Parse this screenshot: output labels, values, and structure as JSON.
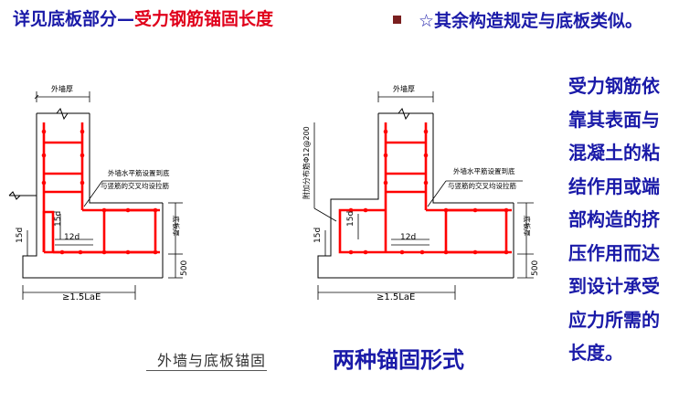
{
  "header": {
    "title_blue": "详见底板部分—",
    "title_red": "受力钢筋锚固长度",
    "note": "☆其余构造规定与底板类似。"
  },
  "side_text": {
    "lines": [
      "受力钢筋依",
      "靠其表面与",
      "混凝土的粘",
      "结作用或端",
      "部构造的挤",
      "压作用而达",
      "到设计承受",
      "应力所需的",
      "长度。"
    ]
  },
  "captions": {
    "left": "外墙与底板锚固",
    "center": "两种锚固形式"
  },
  "drawing_labels": {
    "wall_thickness": "外墙厚",
    "note_line1": "外墙水平筋设置到底",
    "note_line2": "与竖筋的交叉均设拉筋",
    "slab_thickness": "底板厚",
    "dim_500": "500",
    "dim_15d": "15d",
    "dim_12d": "12d",
    "anchor_length": "≥1.5LaE",
    "extra_bar": "附加分布筋Φ12@200"
  },
  "colors": {
    "blue": "#1a1aa8",
    "red": "#e0001b",
    "rebar": "#ff0000",
    "line": "#000000"
  }
}
